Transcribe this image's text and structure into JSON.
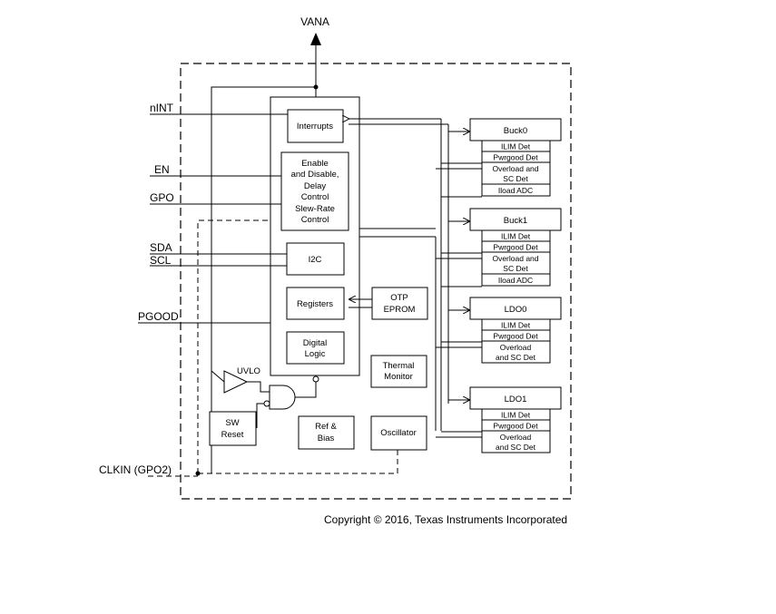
{
  "pins": {
    "vana": "VANA",
    "nint": "nINT",
    "en": "EN",
    "gpo": "GPO",
    "sda": "SDA",
    "scl": "SCL",
    "pgood": "PGOOD",
    "clkin": "CLKIN (GPO2)"
  },
  "blocks": {
    "interrupts": "Interrupts",
    "enable": [
      "Enable",
      "and Disable,",
      "Delay",
      "Control",
      "Slew-Rate",
      "Control"
    ],
    "i2c": "I2C",
    "registers": "Registers",
    "otp": [
      "OTP",
      "EPROM"
    ],
    "digital": [
      "Digital",
      "Logic"
    ],
    "thermal": [
      "Thermal",
      "Monitor"
    ],
    "uvlo": "UVLO",
    "sw_reset": [
      "SW",
      "Reset"
    ],
    "ref_bias": [
      "Ref &",
      "Bias"
    ],
    "oscillator": "Oscillator"
  },
  "regulators": [
    {
      "name": "Buck0",
      "rows": [
        "ILIM Det",
        "Pwrgood Det",
        "Overload and",
        "SC Det",
        "Iload ADC"
      ]
    },
    {
      "name": "Buck1",
      "rows": [
        "ILIM Det",
        "Pwrgood Det",
        "Overload and",
        "SC Det",
        "Iload ADC"
      ]
    },
    {
      "name": "LDO0",
      "rows": [
        "ILIM Det",
        "Pwrgood Det",
        "Overload",
        "and SC Det"
      ]
    },
    {
      "name": "LDO1",
      "rows": [
        "ILIM Det",
        "Pwrgood Det",
        "Overload",
        "and SC Det"
      ]
    }
  ],
  "copyright": "Copyright © 2016, Texas Instruments Incorporated"
}
